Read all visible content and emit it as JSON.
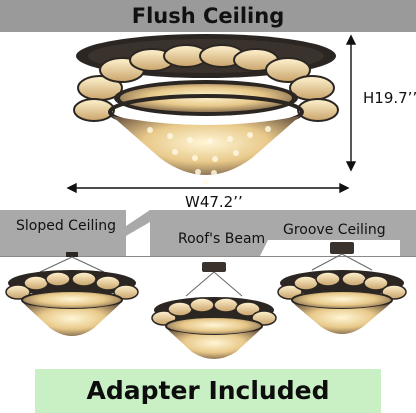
{
  "title": "Flush Ceiling",
  "dimensions": {
    "height": "H19.7’’",
    "width": "W47.2’’"
  },
  "ceiling_types": {
    "sloped": "Sloped Ceiling",
    "beam": "Roof's Beam",
    "groove": "Groove Ceiling"
  },
  "footer": "Adapter Included",
  "colors": {
    "title_band": "#9a9a9a",
    "ceiling_panel": "#a9a9a9",
    "footer_band": "#c9efc5",
    "frame": "#2b2622",
    "crystal": "#f3dfb0"
  }
}
